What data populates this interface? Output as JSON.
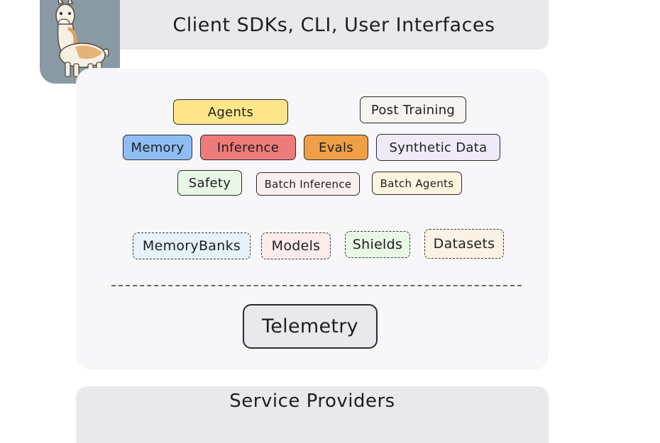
{
  "header": {
    "label": "Client SDKs, CLI, User Interfaces"
  },
  "apis": {
    "agents": "Agents",
    "post_training": "Post Training",
    "memory": "Memory",
    "inference": "Inference",
    "evals": "Evals",
    "synthetic_data": "Synthetic Data",
    "safety": "Safety",
    "batch_inference": "Batch Inference",
    "batch_agents": "Batch Agents"
  },
  "resources": {
    "memory_banks": "MemoryBanks",
    "models": "Models",
    "shields": "Shields",
    "datasets": "Datasets"
  },
  "telemetry": {
    "label": "Telemetry"
  },
  "footer": {
    "label": "Service Providers"
  },
  "colors": {
    "band": "#e9e9ed",
    "panel": "#f7f7f9",
    "agents": "#fde68a",
    "post_training": "#f7f3ee",
    "memory": "#8fbdf3",
    "inference": "#ef7a7a",
    "evals": "#ef9f45",
    "synthetic_data": "#efeaf8",
    "safety": "#e8f6e6",
    "batch_inference": "#faefef",
    "batch_agents": "#fbf5df",
    "memory_banks": "#e6f1fb",
    "models": "#fbeceb",
    "shields": "#e9f7e6",
    "datasets": "#fcf1e3"
  },
  "logo": {
    "icon": "llama-icon"
  }
}
